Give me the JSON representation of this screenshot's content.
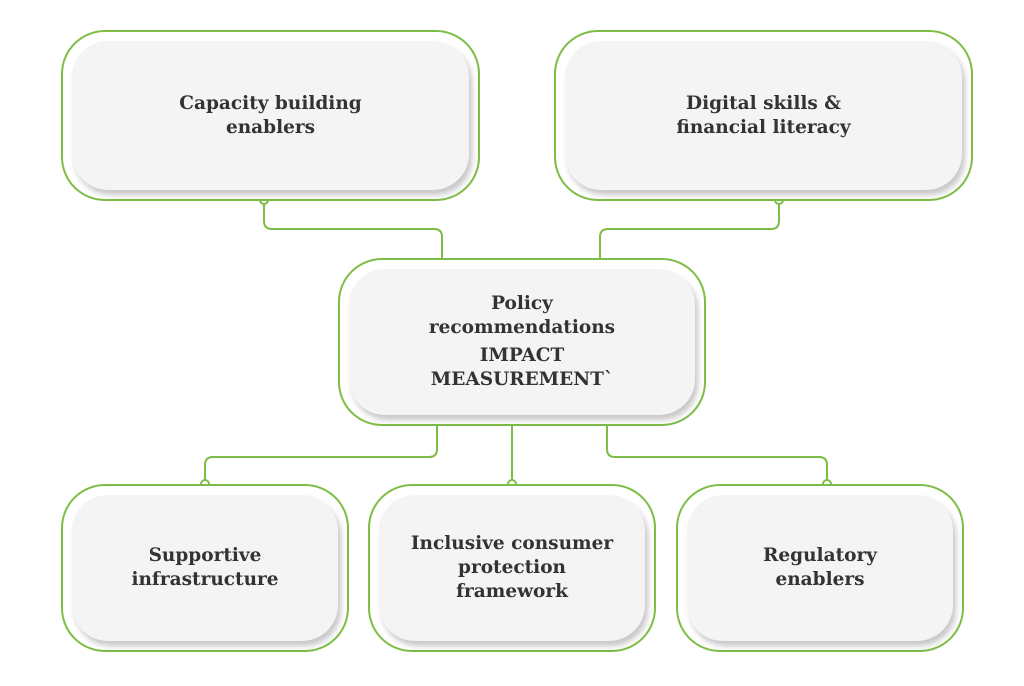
{
  "colors": {
    "accent": "#7dbd45",
    "box_fill": "#f4f4f4",
    "text": "#333333"
  },
  "nodes": {
    "capacity": {
      "lines": [
        "Capacity building",
        "enablers"
      ]
    },
    "digital": {
      "lines": [
        "Digital skills &",
        "financial literacy"
      ]
    },
    "policy": {
      "lines": [
        "Policy",
        "recommendations",
        "IMPACT",
        "MEASUREMENT`"
      ]
    },
    "infrastructure": {
      "lines": [
        "Supportive",
        "infrastructure"
      ]
    },
    "consumer": {
      "lines": [
        "Inclusive consumer",
        "protection",
        "framework"
      ]
    },
    "regulatory": {
      "lines": [
        "Regulatory",
        "enablers"
      ]
    }
  }
}
